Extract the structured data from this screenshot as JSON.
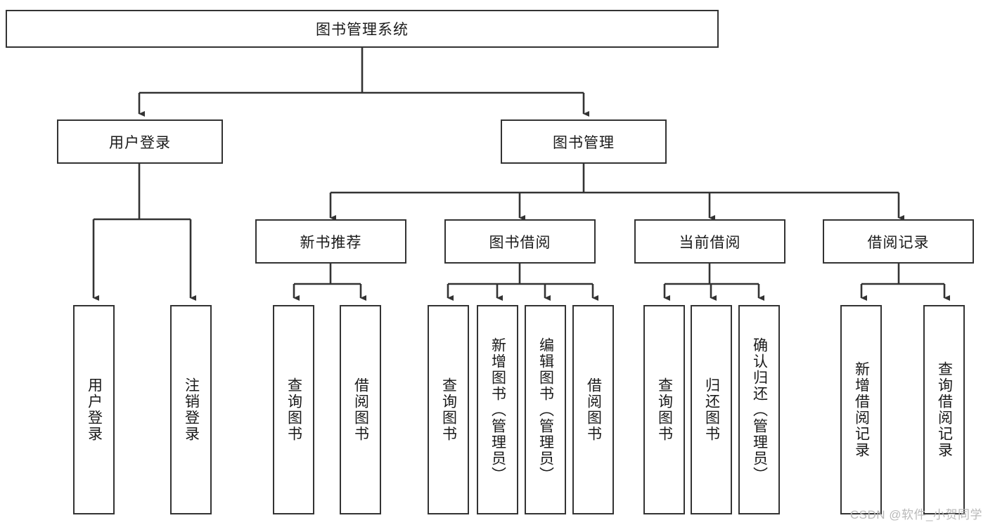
{
  "diagram": {
    "type": "tree-hierarchy",
    "title": "图书管理系统",
    "root": {
      "id": "root",
      "label": "图书管理系统",
      "orientation": "horizontal"
    },
    "level2": [
      {
        "id": "user-login",
        "label": "用户登录",
        "orientation": "horizontal"
      },
      {
        "id": "book-manage",
        "label": "图书管理",
        "orientation": "horizontal"
      }
    ],
    "level3": [
      {
        "id": "new-book-recommend",
        "label": "新书推荐",
        "orientation": "horizontal",
        "parent": "book-manage"
      },
      {
        "id": "book-borrow",
        "label": "图书借阅",
        "orientation": "horizontal",
        "parent": "book-manage"
      },
      {
        "id": "current-borrow",
        "label": "当前借阅",
        "orientation": "horizontal",
        "parent": "book-manage"
      },
      {
        "id": "borrow-record",
        "label": "借阅记录",
        "orientation": "horizontal",
        "parent": "book-manage"
      }
    ],
    "leaves": [
      {
        "id": "leaf-user-login",
        "label": "用户登录",
        "parent": "user-login"
      },
      {
        "id": "leaf-logout-login",
        "label": "注销登录",
        "parent": "user-login"
      },
      {
        "id": "leaf-query-book-1",
        "label": "查询图书",
        "parent": "new-book-recommend"
      },
      {
        "id": "leaf-borrow-book-1",
        "label": "借阅图书",
        "parent": "new-book-recommend"
      },
      {
        "id": "leaf-query-book-2",
        "label": "查询图书",
        "parent": "book-borrow"
      },
      {
        "id": "leaf-add-book",
        "label": "新增图书（管理员）",
        "parent": "book-borrow"
      },
      {
        "id": "leaf-edit-book",
        "label": "编辑图书（管理员）",
        "parent": "book-borrow"
      },
      {
        "id": "leaf-borrow-book-2",
        "label": "借阅图书",
        "parent": "book-borrow"
      },
      {
        "id": "leaf-query-book-3",
        "label": "查询图书",
        "parent": "current-borrow"
      },
      {
        "id": "leaf-return-book",
        "label": "归还图书",
        "parent": "current-borrow"
      },
      {
        "id": "leaf-confirm-return",
        "label": "确认归还（管理员）",
        "parent": "current-borrow"
      },
      {
        "id": "leaf-add-record",
        "label": "新增借阅记录",
        "parent": "borrow-record"
      },
      {
        "id": "leaf-query-record",
        "label": "查询借阅记录",
        "parent": "borrow-record"
      }
    ],
    "colors": {
      "stroke": "#333333",
      "fill": "#ffffff",
      "text": "#1a1a1a",
      "watermark": "#b9b9b9"
    }
  },
  "watermark": {
    "text": "CSDN @软件_小贺同学"
  }
}
